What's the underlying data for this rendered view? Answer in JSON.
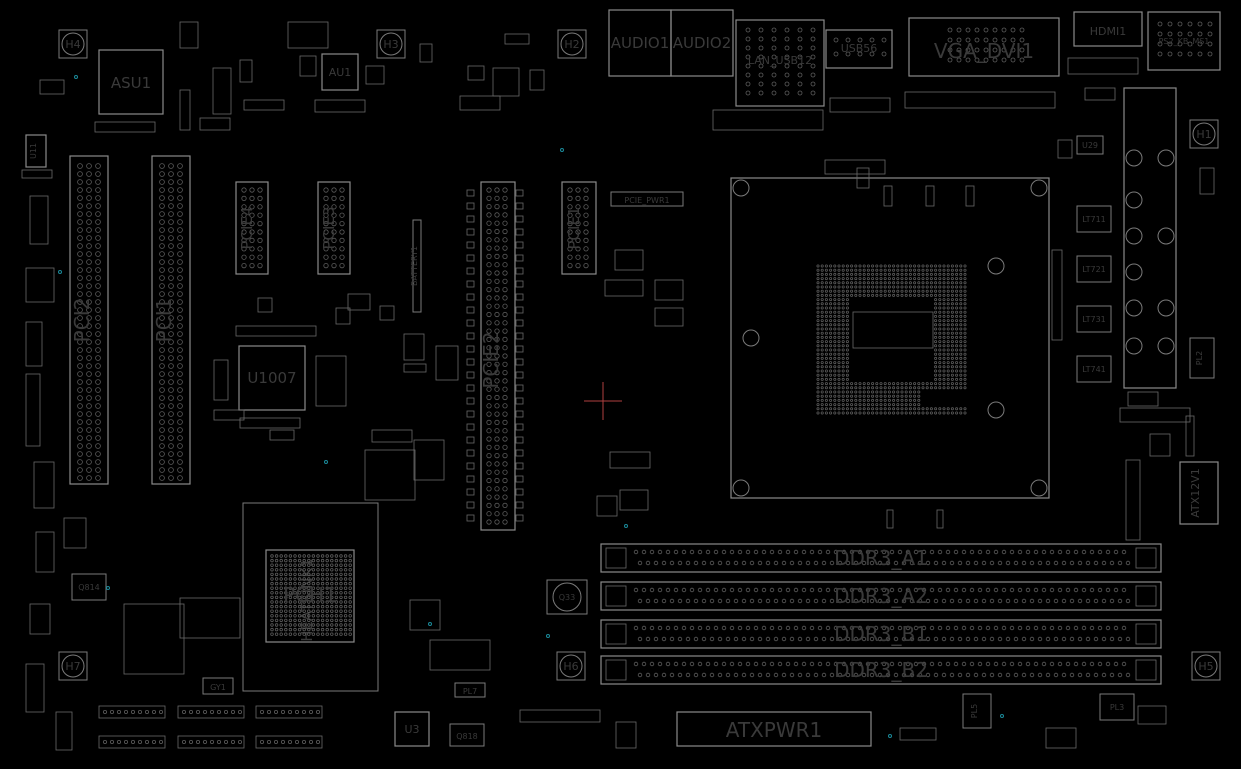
{
  "labels": {
    "asu1": "ASU1",
    "au1": "AU1",
    "u11": "U11",
    "u1007": "U1007",
    "pci2": "PCI2",
    "pci1": "PCI1",
    "pcie4": "PCIE4",
    "pcie3": "PCIE3",
    "pcie2": "PCIE2",
    "pcie1": "PCIE1",
    "battery1": "BATTERY1",
    "pcie_pwr1": "PCIE_PWR1",
    "audio1": "AUDIO1",
    "audio2": "AUDIO2",
    "lan_usb12": "LAN_USB12",
    "usb56": "USB56",
    "vga_dvi1": "VGA_DVI1",
    "hdmi1": "HDMI1",
    "ps2_kb_ms1": "PS2_KB_MS1",
    "u29": "U29",
    "lt711": "LT711",
    "lt721": "LT721",
    "lt731": "LT731",
    "lt741": "LT741",
    "atx12v1": "ATX12V1",
    "pl2": "PL2",
    "pl5": "PL5",
    "pl3": "PL3",
    "pl7": "PL7",
    "pch1": "PCH1",
    "heatsink": "HEATSINK1",
    "q33": "Q33",
    "q814": "Q814",
    "q818": "Q818",
    "u3": "U3",
    "gy1": "GY1",
    "ddr3_a1": "DDR3_A1",
    "ddr3_a2": "DDR3_A2",
    "ddr3_b1": "DDR3_B1",
    "ddr3_b2": "DDR3_B2",
    "atxpwr1": "ATXPWR1",
    "h1": "H1",
    "h2": "H2",
    "h3": "H3",
    "h4": "H4",
    "h5": "H5",
    "h6": "H6",
    "h7": "H7"
  },
  "colors": {
    "background": "#000000",
    "outline": "#7a7a7a",
    "label": "#3a3a3a",
    "cursor": "#b04040",
    "via": "#1a8a9a"
  }
}
